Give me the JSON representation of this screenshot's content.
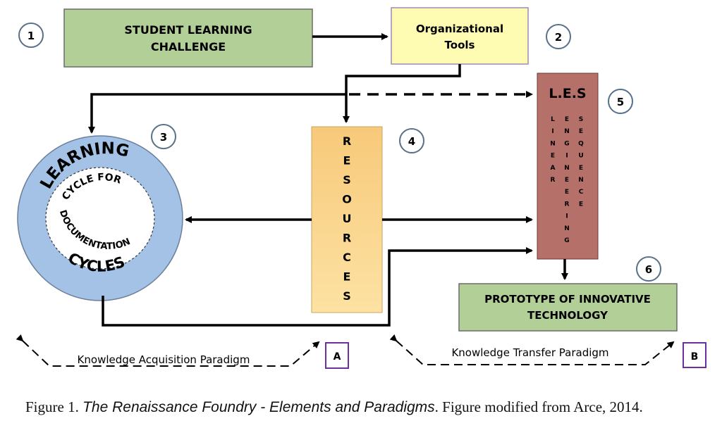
{
  "boxes": {
    "student_learning_challenge": [
      "STUDENT LEARNING",
      "CHALLENGE"
    ],
    "organizational_tools": [
      "Organizational",
      "Tools"
    ],
    "resources": [
      "R",
      "E",
      "S",
      "O",
      "U",
      "R",
      "C",
      "E",
      "S"
    ],
    "les_title": "L.E.S",
    "les_columns": [
      [
        "L",
        "I",
        "N",
        "E",
        "A",
        "R"
      ],
      [
        "E",
        "N",
        "G",
        "I",
        "N",
        "E",
        "E",
        "R",
        "I",
        "N",
        "G"
      ],
      [
        "S",
        "E",
        "Q",
        "U",
        "E",
        "N",
        "C",
        "E"
      ]
    ],
    "prototype": [
      "PROTOTYPE OF INNOVATIVE",
      "TECHNOLOGY"
    ]
  },
  "cycle": {
    "outer_top": "LEARNING",
    "inner_top": "CYCLE FOR",
    "inner_middle": "DOCUMENTATION",
    "outer_bottom": "CYCLES"
  },
  "numbers": [
    "1",
    "2",
    "3",
    "4",
    "5",
    "6"
  ],
  "paradigms": {
    "acquisition": "Knowledge Acquisition Paradigm",
    "acquisition_marker": "A",
    "transfer": "Knowledge Transfer Paradigm",
    "transfer_marker": "B"
  },
  "caption": {
    "prefix": "Figure 1.",
    "title": "The Renaissance Foundry - Elements and Paradigms",
    "suffix": ". Figure modified from Arce, 2014."
  },
  "colors": {
    "green": "#b2cf97",
    "yellow": "#fefbb3",
    "resources_gradient_top": "#f7c97a",
    "resources_gradient_bottom": "#fde2a3",
    "les": "#b5706a",
    "cycle_blue": "#a3c2e6",
    "marker_purple": "#6c2f9e"
  }
}
